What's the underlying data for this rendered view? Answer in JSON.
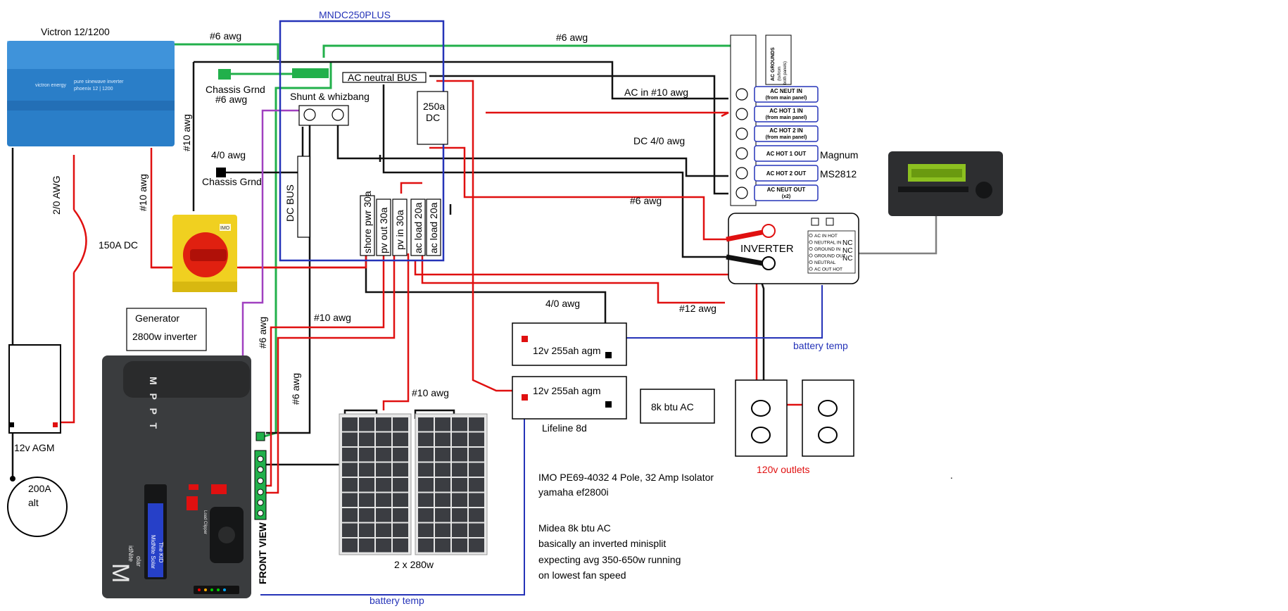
{
  "title": "MNDC250PLUS",
  "labels": {
    "victron": "Victron 12/1200",
    "victron_brand": "victron energy",
    "victron_model_a": "pure sinewave inverter",
    "victron_model_b": "phoenix 12 | 1200",
    "awg6_top_left": "#6 awg",
    "awg6_top_right": "#6 awg",
    "chassis_grnd_1": "Chassis Grnd",
    "awg6_chassis": "#6 awg",
    "ac_neutral_bus": "AC neutral BUS",
    "shunt": "Shunt & whizbang",
    "breaker_250": "250a",
    "breaker_250_dc": "DC",
    "ac_in": "AC in  #10 awg",
    "dc_40": "DC  4/0 awg",
    "awg6_mid": "#6 awg",
    "awg40_left": "4/0 awg",
    "chassis_grnd_2": "Chassis Grnd",
    "dc_bus": "DC BUS",
    "awg10_victron": "#10 awg",
    "awg10_left": "#10 awg",
    "awg20": "2/0 AWG",
    "fuse_150": "150A DC",
    "imo": "IMO",
    "generator": "Generator",
    "gen_inverter": "2800w inverter",
    "agm_12v": "12v AGM",
    "alt_200a": "200A",
    "alt": "alt",
    "breaker_shore": "shore pwr 30a",
    "breaker_pvout": "pv out  30a",
    "breaker_pvin": "pv in  30a",
    "breaker_acload1": "ac load 20a",
    "breaker_acload2": "ac load 20a",
    "awg40_battery": "4/0 awg",
    "awg12": "#12 awg",
    "awg10_mid": "#10 awg",
    "awg6_vert_1": "#6 awg",
    "awg6_vert_2": "#6 awg",
    "awg10_panels": "#10 awg",
    "battery_1": "12v 255ah agm",
    "battery_2": "12v 255ah agm",
    "lifeline": "Lifeline 8d",
    "ac_unit": "8k btu AC",
    "outlets": "120v outlets",
    "battery_temp_1": "battery temp",
    "battery_temp_2": "battery temp",
    "panels": "2 x 280w",
    "magnum_a": "Magnum",
    "magnum_b": "MS2812",
    "inverter": "INVERTER",
    "front_view": "FRONT VIEW",
    "mppt": "M P P T",
    "kid_brand": "MidNite Solar",
    "kid_model": "The KID",
    "kid_logo": "idNite",
    "kid_logo_sub": "olar",
    "kid_logo_m": "M",
    "load_clipper": "Load Clipper",
    "ac_grounds": "AC GROUNDS",
    "ac_grounds_sub": "(to/from",
    "ac_grounds_sub2": "both panels)",
    "note_imo": "IMO PE69-4032 4 Pole, 32 Amp Isolator",
    "note_yamaha": "yamaha ef2800i",
    "note_midea": "Midea 8k btu AC",
    "note_line2": "basically an inverted minisplit",
    "note_line3": "expecting avg 350-650w running",
    "note_line4": "on lowest fan speed",
    "dot": "."
  },
  "terminals": [
    {
      "a": "AC NEUT IN",
      "b": "(from main panel)"
    },
    {
      "a": "AC HOT 1 IN",
      "b": "(from main panel)"
    },
    {
      "a": "AC HOT 2 IN",
      "b": "(from main panel)"
    },
    {
      "a": "AC HOT 1 OUT",
      "b": ""
    },
    {
      "a": "AC HOT 2 OUT",
      "b": ""
    },
    {
      "a": "AC NEUT OUT",
      "b": "(x2)"
    }
  ],
  "inverter_terms": [
    "AC IN HOT",
    "NEUTRAL IN",
    "GROUND IN",
    "GROUND OUT",
    "NEUTRAL",
    "AC OUT HOT"
  ],
  "inverter_nc": [
    "NC",
    "NC",
    "NC"
  ],
  "colors": {
    "red": "#e01010",
    "green": "#22b04b",
    "blue": "#2533b8",
    "purple": "#a040c0",
    "grey": "#808080",
    "victron_blue": "#2a7ec8",
    "imo_yellow": "#f0d020"
  }
}
